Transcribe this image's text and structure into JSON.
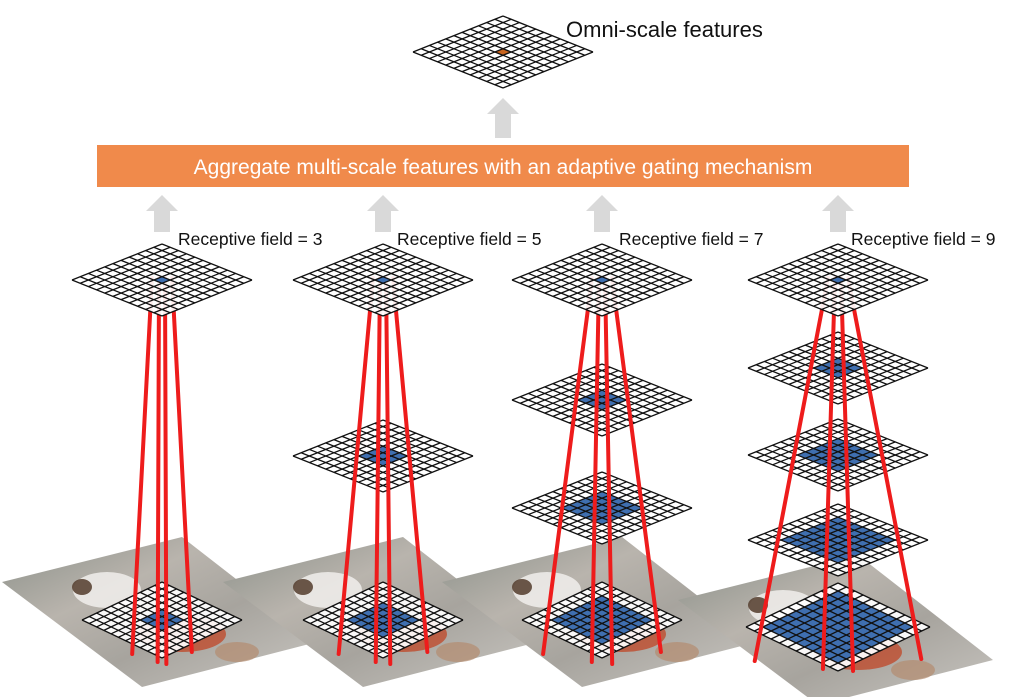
{
  "title": "Omni-scale features",
  "banner": {
    "text": "Aggregate multi-scale features with an adaptive gating mechanism",
    "color": "#f08a4b"
  },
  "arrow_color": "#d9d9d9",
  "grid_color": "#111111",
  "highlight_color": "#3f6fb0",
  "omni_highlight_color": "#c8641e",
  "beam_color": "#ee1c1c",
  "streams": [
    {
      "label": "Receptive field = 3",
      "receptive_field": 3,
      "intermediate_layers": 0
    },
    {
      "label": "Receptive field = 5",
      "receptive_field": 5,
      "intermediate_layers": 1
    },
    {
      "label": "Receptive field = 7",
      "receptive_field": 7,
      "intermediate_layers": 2
    },
    {
      "label": "Receptive field = 9",
      "receptive_field": 9,
      "intermediate_layers": 3
    }
  ]
}
